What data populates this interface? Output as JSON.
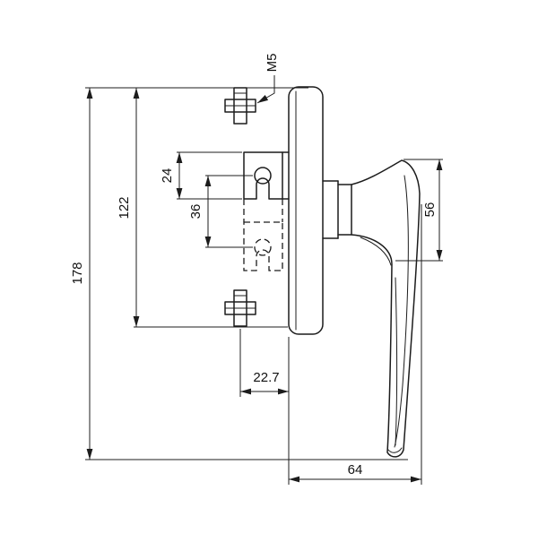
{
  "drawing": {
    "background_color": "#ffffff",
    "line_color": "#1c1c1c"
  },
  "dimensions": {
    "overall_height": "178",
    "mounting_span": "122",
    "fork_length": "24",
    "hole_spacing": "36",
    "screw_thread": "M5",
    "head_height": "56",
    "screw_axis_to_plate_face": "22.7",
    "handle_projection": "64"
  }
}
